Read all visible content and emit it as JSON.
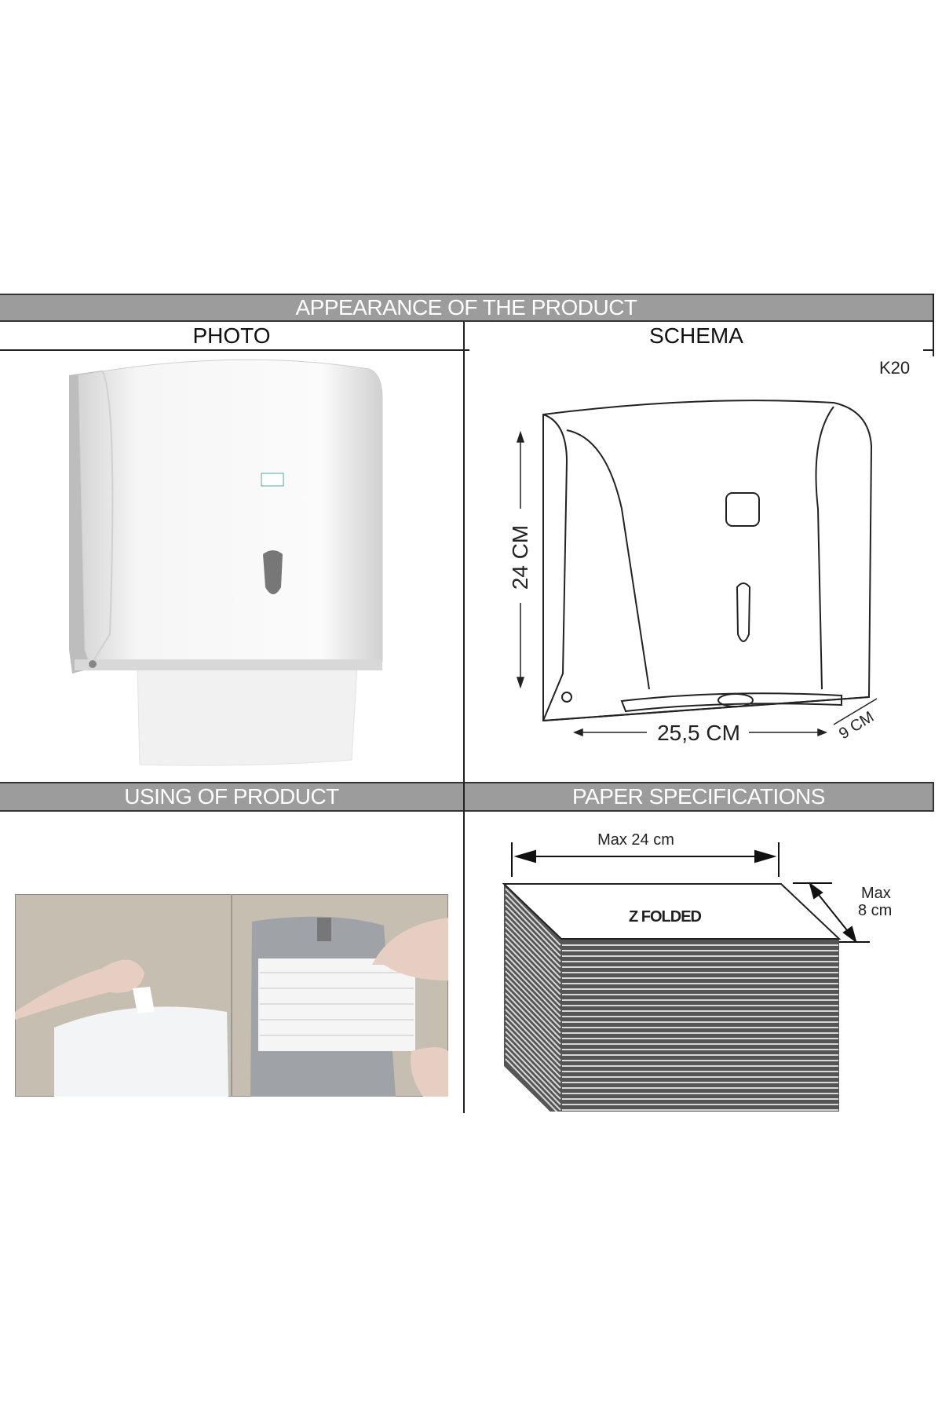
{
  "sections": {
    "appearance_title": "APPEARANCE OF THE PRODUCT",
    "photo_label": "PHOTO",
    "schema_label": "SCHEMA",
    "using_title": "USING OF PRODUCT",
    "paper_title": "PAPER  SPECIFICATIONS"
  },
  "schema": {
    "model": "K20",
    "height": "24 CM",
    "width": "25,5 CM",
    "depth": "9 CM"
  },
  "paper": {
    "max_width": "Max 24 cm",
    "max_depth_line1": "Max",
    "max_depth_line2": "8 cm",
    "fold_type": "Z FOLDED"
  },
  "colors": {
    "section_bar": "#9c9c9c",
    "wall": "#c9bfb3"
  }
}
